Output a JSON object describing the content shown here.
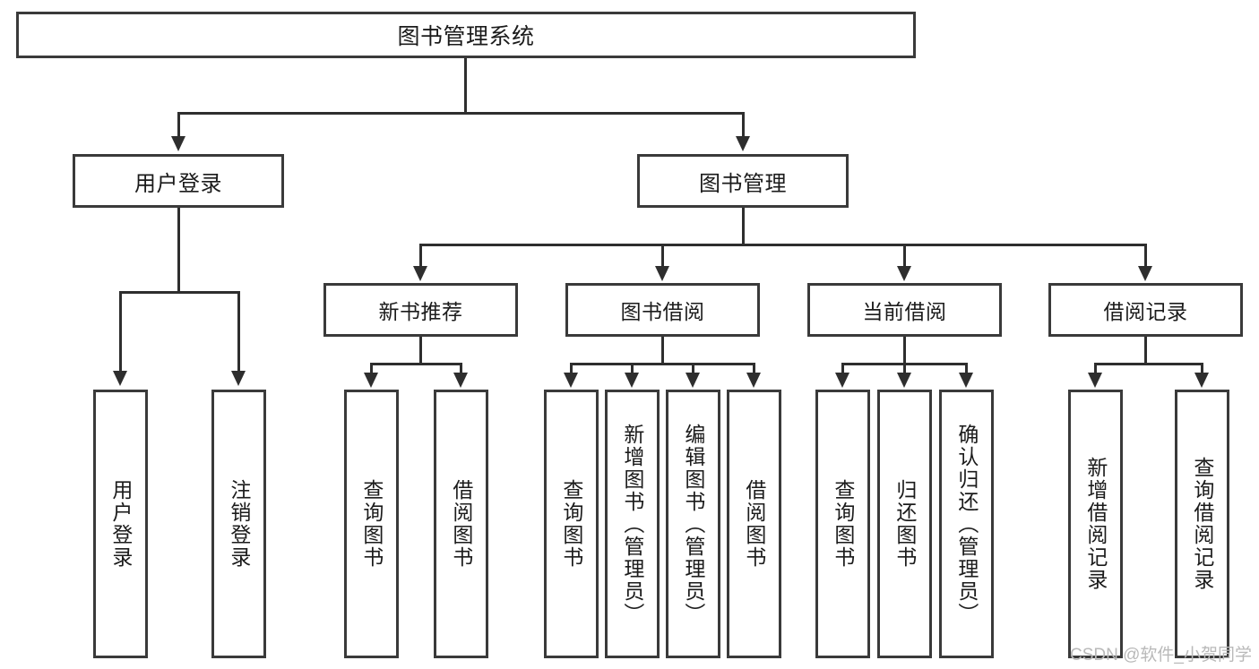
{
  "diagram": {
    "title": "图书管理系统",
    "type": "hierarchy-tree",
    "watermark": "CSDN @软件_小贺同学",
    "colors": {
      "box_border": "#3a3a3a",
      "connector": "#2e2e2e",
      "background": "#ffffff",
      "text": "#1b1b1b",
      "watermark": "#b9b9b9"
    },
    "root": {
      "label": "图书管理系统"
    },
    "level2": [
      {
        "label": "用户登录"
      },
      {
        "label": "图书管理"
      }
    ],
    "level3": [
      {
        "label": "新书推荐"
      },
      {
        "label": "图书借阅"
      },
      {
        "label": "当前借阅"
      },
      {
        "label": "借阅记录"
      }
    ],
    "leaves": {
      "user_login": [
        {
          "label": "用户登录"
        },
        {
          "label": "注销登录"
        }
      ],
      "new_book_recommend": [
        {
          "label": "查询图书"
        },
        {
          "label": "借阅图书"
        }
      ],
      "book_borrow": [
        {
          "label": "查询图书"
        },
        {
          "label": "新增图书（管理员）"
        },
        {
          "label": "编辑图书（管理员）"
        },
        {
          "label": "借阅图书"
        }
      ],
      "current_borrow": [
        {
          "label": "查询图书"
        },
        {
          "label": "归还图书"
        },
        {
          "label": "确认归还（管理员）"
        }
      ],
      "borrow_record": [
        {
          "label": "新增借阅记录"
        },
        {
          "label": "查询借阅记录"
        }
      ]
    }
  }
}
